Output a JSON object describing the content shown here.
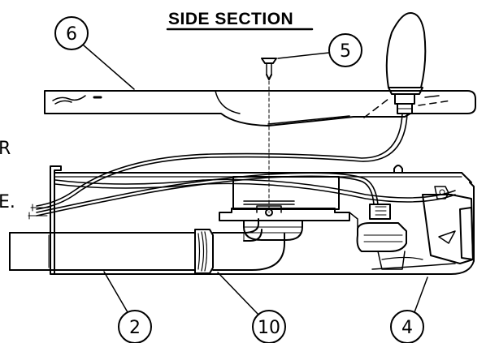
{
  "title": "SIDE SECTION",
  "edge_text": {
    "upper": "R",
    "lower": "E."
  },
  "callouts": [
    {
      "id": "6",
      "label": "6"
    },
    {
      "id": "5",
      "label": "5"
    },
    {
      "id": "2",
      "label": "2"
    },
    {
      "id": "10",
      "label": "10"
    },
    {
      "id": "4",
      "label": "4"
    }
  ],
  "colors": {
    "line": "#000000",
    "background": "#ffffff"
  }
}
